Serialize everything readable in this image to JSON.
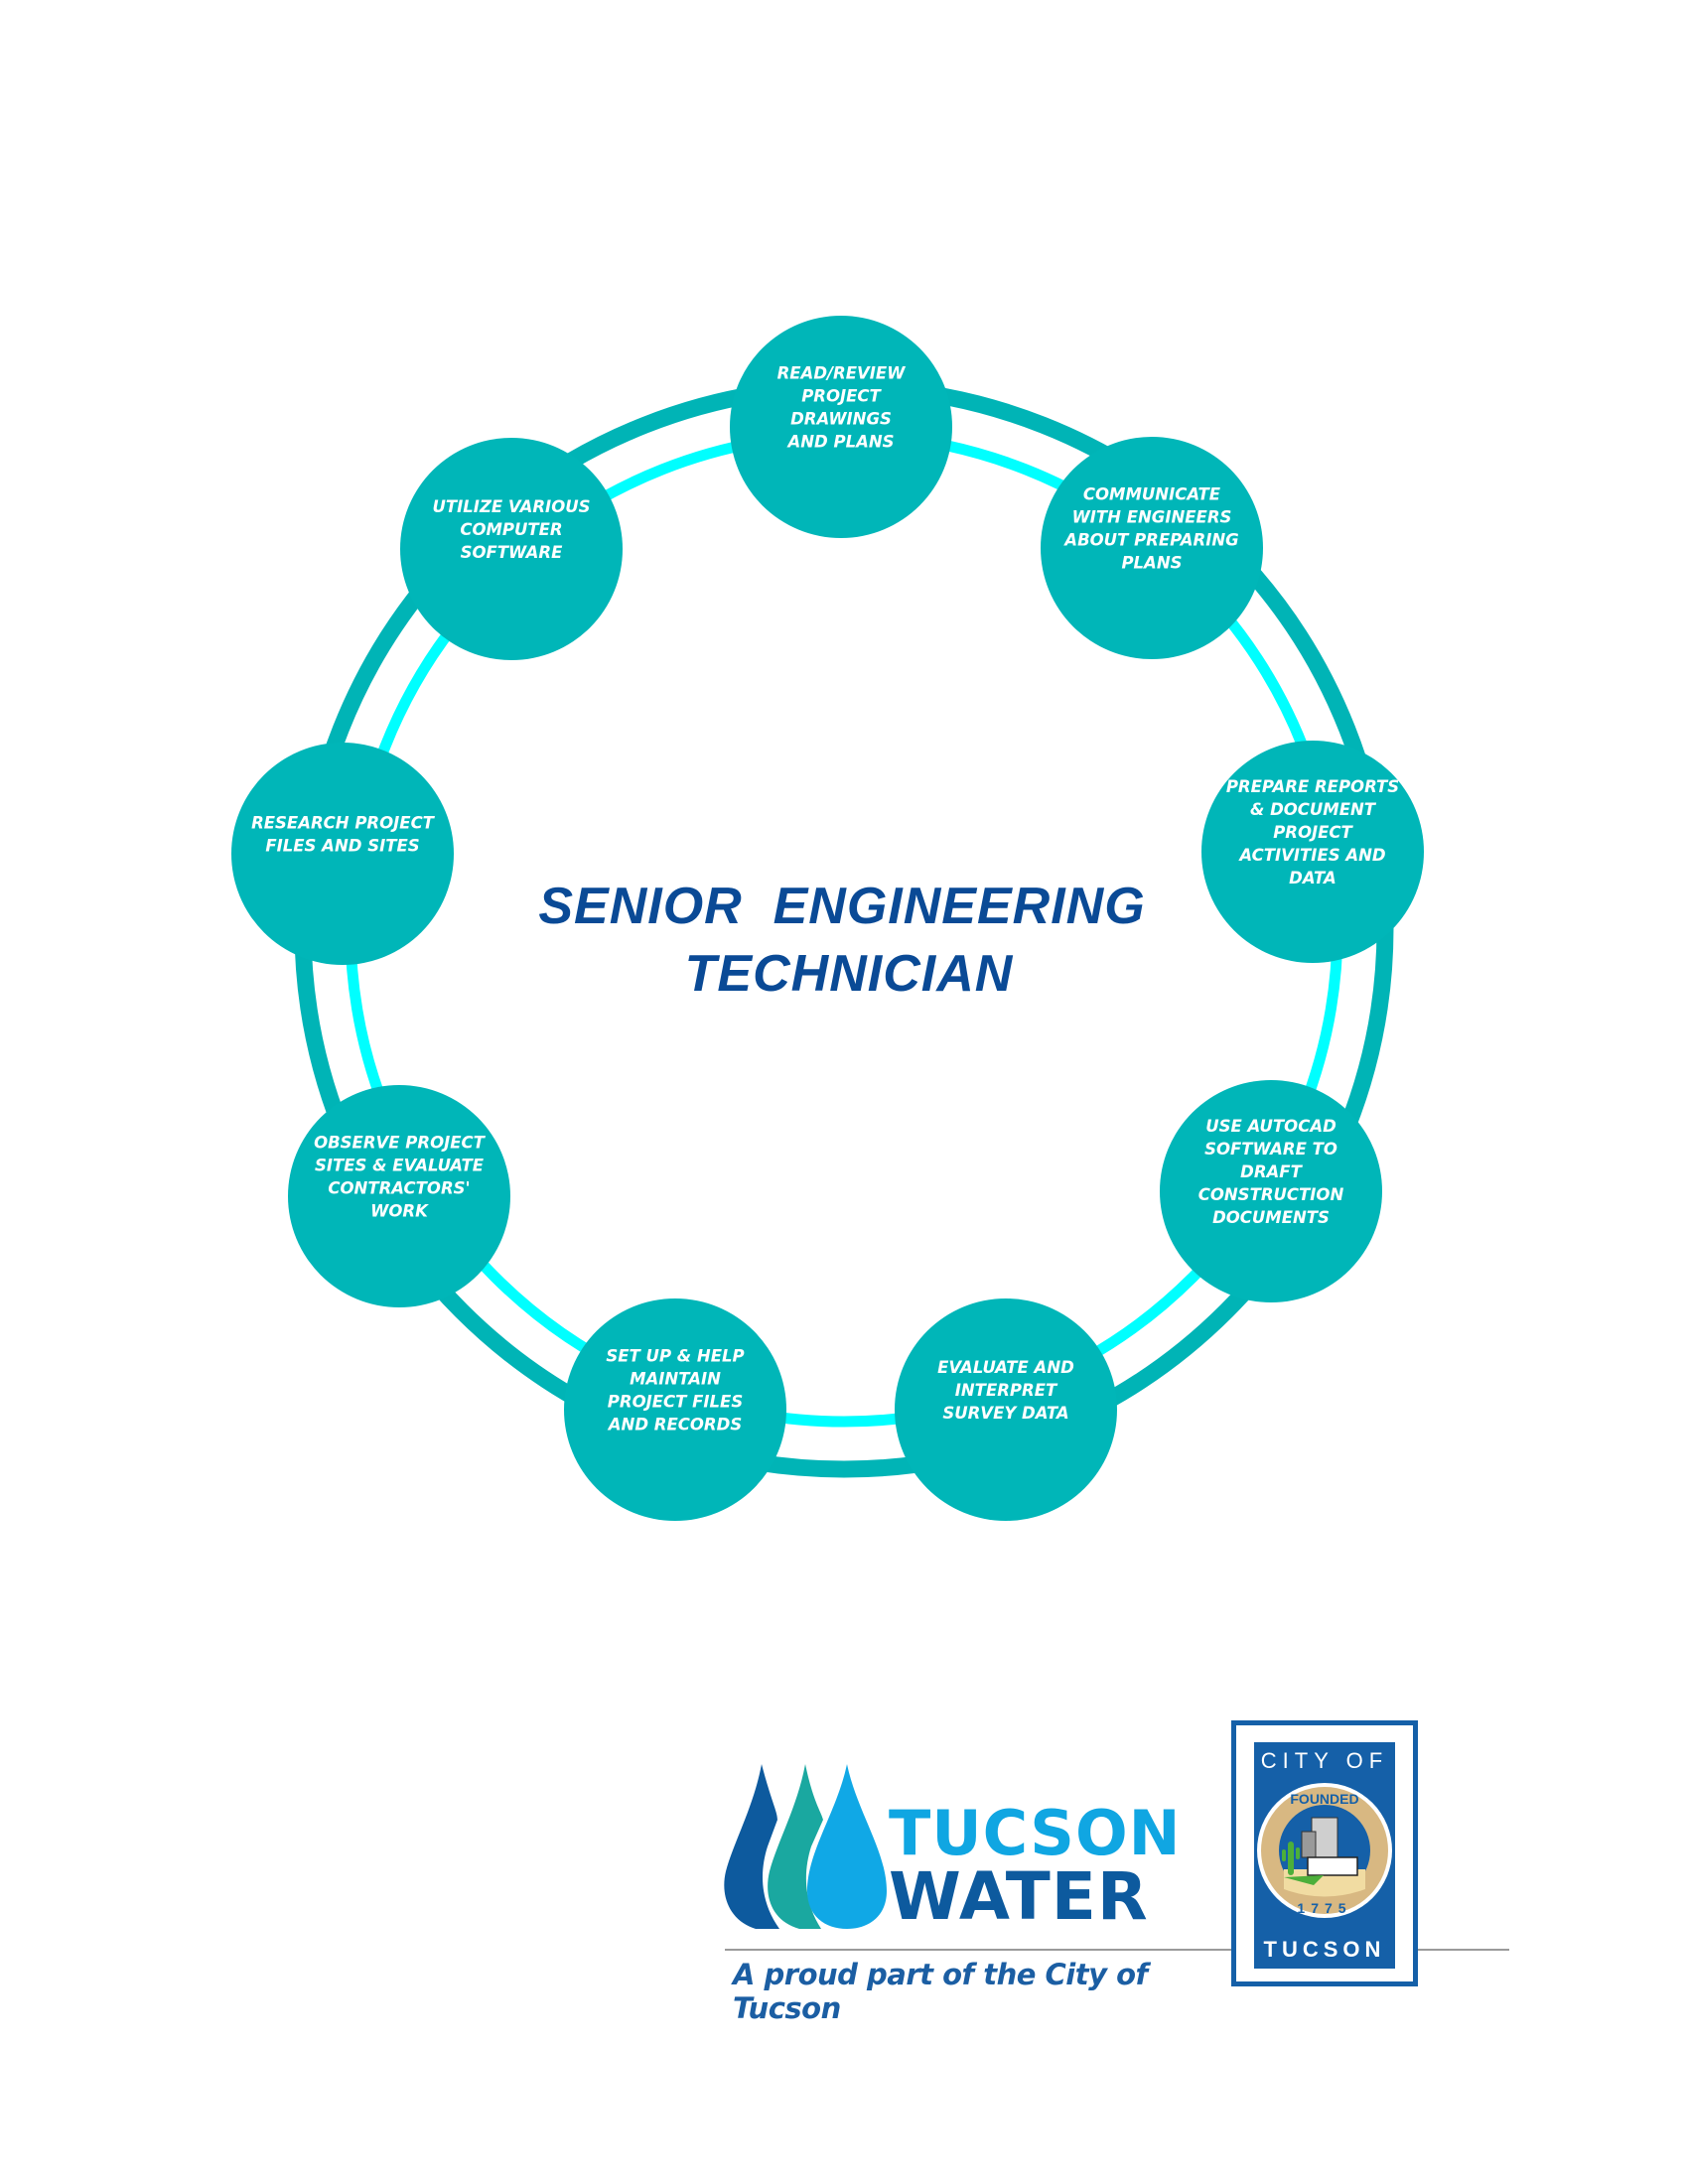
{
  "diagram": {
    "title_line1": "SENIOR  ENGINEERING",
    "title_line2": "TECHNICIAN",
    "colors": {
      "node_fill": "#00b6b8",
      "outer_ring": "#00b4b6",
      "inner_ring": "#00ffff",
      "title": "#0a4a96",
      "node_text": "#ffffff"
    },
    "nodes": [
      {
        "id": "read-review",
        "lines": [
          "READ/REVIEW",
          "PROJECT",
          "DRAWINGS",
          "AND PLANS"
        ]
      },
      {
        "id": "communicate",
        "lines": [
          "COMMUNICATE",
          "WITH ENGINEERS",
          "ABOUT PREPARING",
          "PLANS"
        ]
      },
      {
        "id": "prepare-reports",
        "lines": [
          "PREPARE REPORTS",
          "& DOCUMENT",
          "PROJECT",
          "ACTIVITIES AND",
          "DATA"
        ]
      },
      {
        "id": "use-autocad",
        "lines": [
          "USE AUTOCAD",
          "SOFTWARE TO",
          "DRAFT",
          "CONSTRUCTION",
          "DOCUMENTS"
        ]
      },
      {
        "id": "evaluate-survey",
        "lines": [
          "EVALUATE AND",
          "INTERPRET",
          "SURVEY DATA"
        ]
      },
      {
        "id": "setup-files",
        "lines": [
          "SET UP & HELP",
          "MAINTAIN",
          "PROJECT FILES",
          "AND RECORDS"
        ]
      },
      {
        "id": "observe-sites",
        "lines": [
          "OBSERVE PROJECT",
          "SITES & EVALUATE",
          "CONTRACTORS'",
          "WORK"
        ]
      },
      {
        "id": "research-files",
        "lines": [
          "RESEARCH PROJECT",
          "FILES AND SITES"
        ]
      },
      {
        "id": "utilize-software",
        "lines": [
          "UTILIZE VARIOUS",
          "COMPUTER",
          "SOFTWARE"
        ]
      }
    ]
  },
  "logos": {
    "tucson_water": {
      "word1": "TUCSON",
      "word2": "WATER",
      "tagline": "A proud part of the City of Tucson",
      "colors": {
        "drop_dark": "#0d5a9e",
        "drop_teal": "#1aa8a0",
        "drop_light": "#10a8e6",
        "word1": "#10a6e2",
        "word2": "#0d5a9e"
      }
    },
    "city_seal": {
      "top_text": "CITY OF",
      "ring_top": "FOUNDED",
      "ring_bottom": "1775",
      "bottom_text": "TUCSON",
      "colors": {
        "frame": "#1560a8",
        "ring": "#d8b882",
        "cactus": "#4caf3a"
      }
    }
  }
}
